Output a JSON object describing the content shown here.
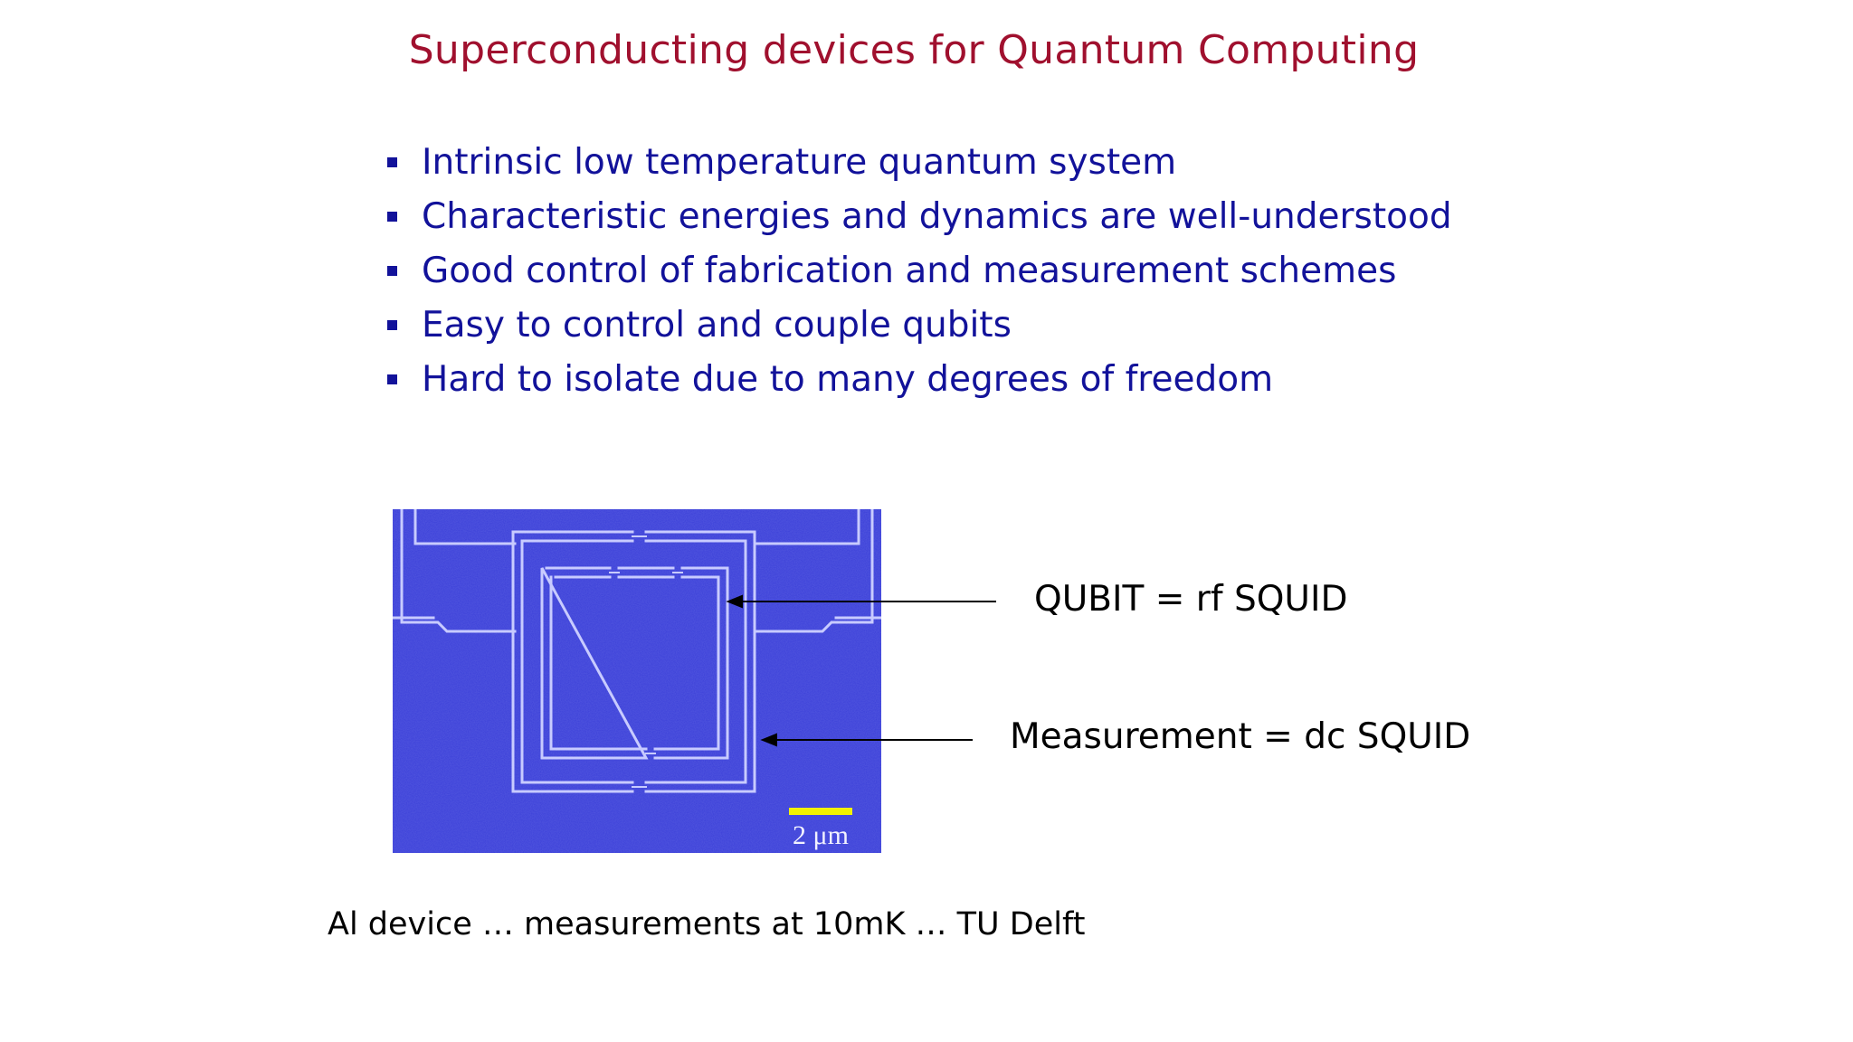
{
  "slide": {
    "title": "Superconducting devices for Quantum Computing",
    "bullets": [
      "Intrinsic low temperature quantum system",
      "Characteristic energies and dynamics are well-understood",
      "Good control of fabrication and measurement schemes",
      "Easy to control and couple qubits",
      "Hard to isolate due to many degrees of freedom"
    ],
    "image": {
      "scale_bar_label": "2 μm"
    },
    "labels": {
      "qubit": "QUBIT = rf SQUID",
      "measurement": "Measurement = dc SQUID"
    },
    "caption": "Al device … measurements at 10mK … TU Delft"
  },
  "colors": {
    "title": "#a0102e",
    "bullets": "#12129a",
    "image_background": "#3a3fd8",
    "image_lines": "#c8cbff",
    "scale_bar": "#f2f200"
  }
}
